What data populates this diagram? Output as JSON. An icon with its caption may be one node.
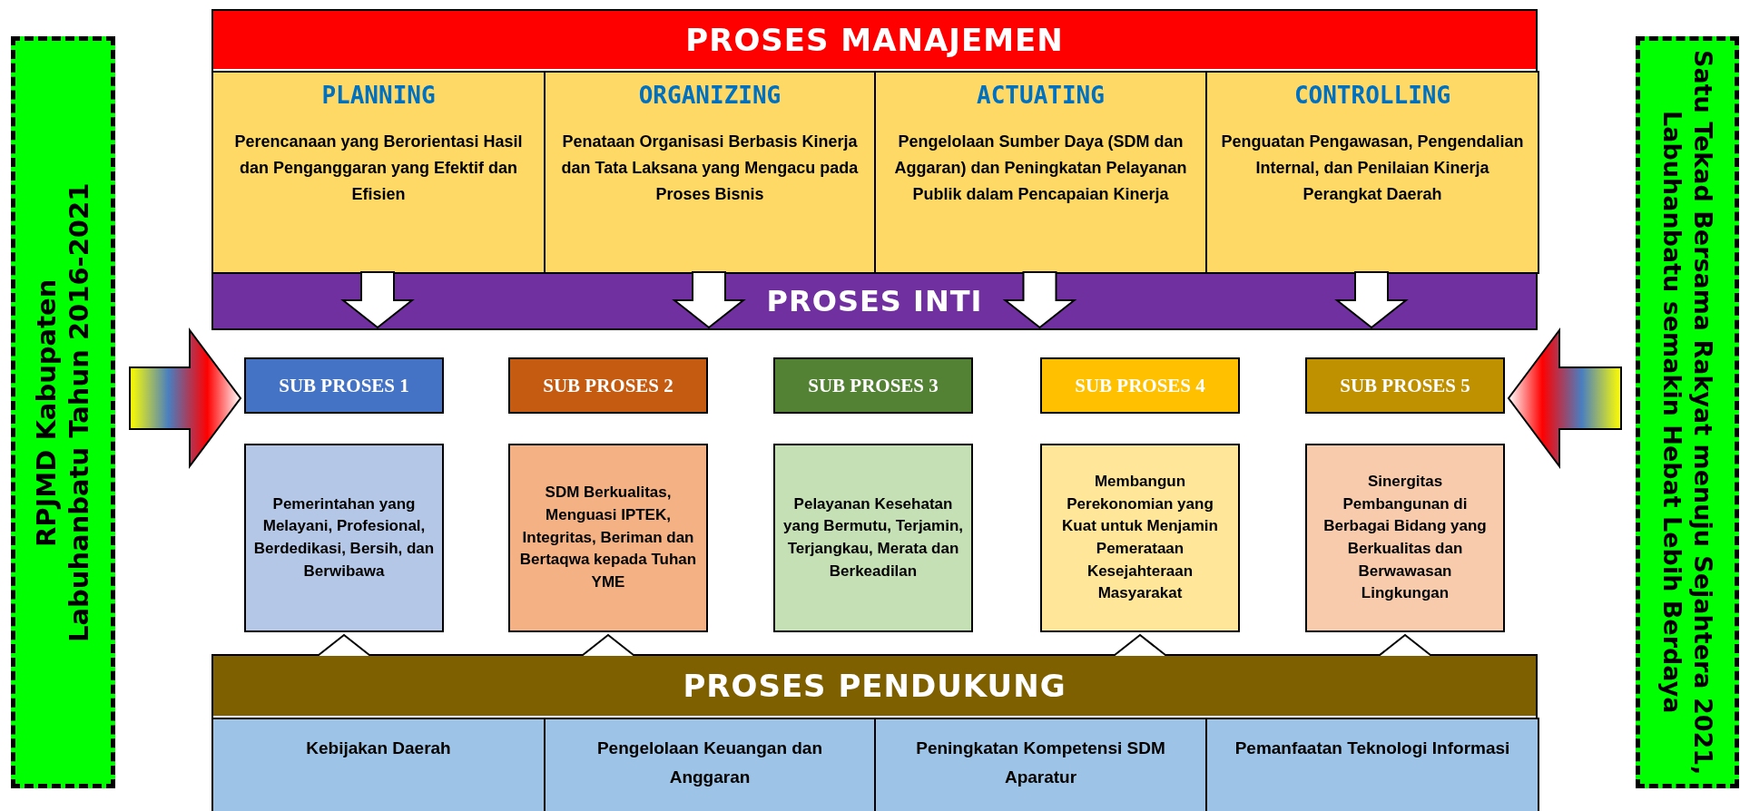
{
  "diagram": {
    "nodes": [
      {
        "text": [
          "PROSES MANAJEMEN"
        ]
      },
      {
        "text": [
          "PLANNING",
          "Perencanaan yang Berorientasi Hasil dan Penganggaran yang Efektif dan Efisien"
        ],
        "in": 0
      },
      {
        "text": [
          "ORGANIZING",
          "Penataan Organisasi Berbasis Kinerja dan Tata Laksana yang Mengacu pada Proses Bisnis"
        ],
        "in": 0
      },
      {
        "text": [
          "ACTUATING",
          "Pengelolaan Sumber Daya (SDM dan Aggaran) dan Peningkatan Pelayanan Publik dalam Pencapaian Kinerja"
        ],
        "in": 0
      },
      {
        "text": [
          "CONTROLLING",
          "Penguatan Pengawasan, Pengendalian Internal, dan Penilaian Kinerja Perangkat Daerah"
        ],
        "in": 0
      },
      {
        "text": [
          "PROSES INTI"
        ]
      },
      {
        "text": [
          "SUB PROSES 1"
        ]
      },
      {
        "text": [
          "SUB PROSES 2"
        ]
      },
      {
        "text": [
          "SUB PROSES 3"
        ]
      },
      {
        "text": [
          "SUB PROSES 4"
        ]
      },
      {
        "text": [
          "SUB PROSES 5"
        ]
      },
      {
        "text": [
          "Pemerintahan yang Melayani, Profesional, Berdedikasi, Bersih, dan Berwibawa"
        ]
      },
      {
        "text": [
          "SDM Berkualitas, Menguasi IPTEK, Integritas, Beriman dan Bertaqwa kepada Tuhan YME"
        ]
      },
      {
        "text": [
          "Pelayanan Kesehatan yang Bermutu, Terjamin, Terjangkau, Merata dan Berkeadilan"
        ]
      },
      {
        "text": [
          "Membangun Perekonomian yang Kuat  untuk Menjamin Pemerataan Kesejahteraan Masyarakat"
        ]
      },
      {
        "text": [
          "Sinergitas Pembangunan di Berbagai Bidang yang Berkualitas dan Berwawasan Lingkungan"
        ]
      },
      {
        "text": [
          "PROSES PENDUKUNG"
        ]
      },
      {
        "text": [
          "Kebijakan Daerah"
        ],
        "in": 16
      },
      {
        "text": [
          "Pengelolaan Keuangan dan Anggaran"
        ],
        "in": 16
      },
      {
        "text": [
          "Peningkatan Kompetensi SDM Aparatur"
        ],
        "in": 16
      },
      {
        "text": [
          "Pemanfaatan Teknologi Informasi"
        ],
        "in": 16
      },
      {
        "text": [
          "RPJMD Kabupaten Labuhanbatu Tahun 2016-2021"
        ]
      },
      {
        "text": [
          "Satu Tekad Bersama Rakyat menuju Sejahtera 2021, Labuhanbatu semakin Hebat Lebih Berdaya"
        ]
      }
    ],
    "edges": [
      {
        "from": 1,
        "to": 5,
        "arrow": "to"
      },
      {
        "from": 2,
        "to": 5,
        "arrow": "to"
      },
      {
        "from": 3,
        "to": 5,
        "arrow": "to"
      },
      {
        "from": 4,
        "to": 5,
        "arrow": "to"
      },
      {
        "from": 16,
        "to": 11,
        "arrow": "to"
      },
      {
        "from": 16,
        "to": 12,
        "arrow": "to"
      },
      {
        "from": 16,
        "to": 14,
        "arrow": "to"
      },
      {
        "from": 16,
        "to": 15,
        "arrow": "to"
      },
      {
        "from": 21,
        "to": 6,
        "arrow": "to"
      },
      {
        "from": 22,
        "to": 10,
        "arrow": "to"
      }
    ]
  }
}
